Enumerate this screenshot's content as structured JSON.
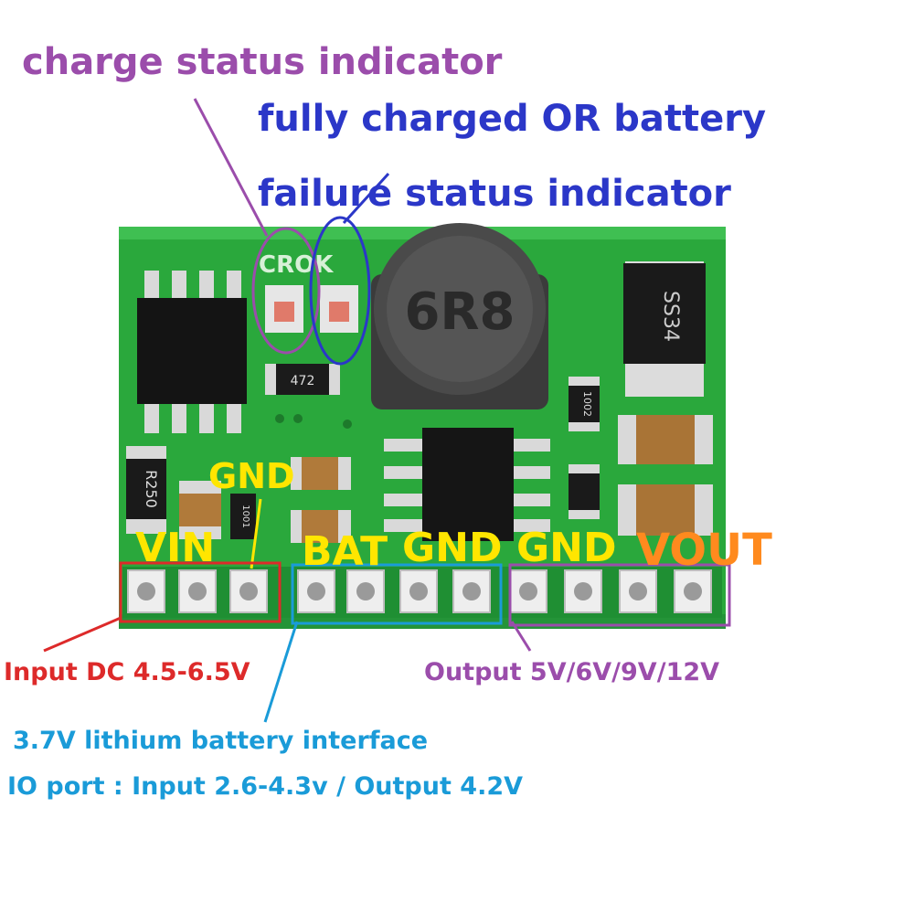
{
  "labels": {
    "charge_status": "charge status indicator",
    "fully_charged_line1": "fully charged OR battery",
    "fully_charged_line2": "failure status indicator",
    "gnd_top": "GND",
    "vin": "VIN",
    "bat": "BAT",
    "gnd_1": "GND",
    "gnd_2": "GND",
    "vout": "VOUT",
    "input_dc": "Input DC 4.5-6.5V",
    "output_v": "Output 5V/6V/9V/12V",
    "battery_interface": "3.7V lithium battery interface",
    "io_port": "IO port : Input 2.6-4.3v / Output 4.2V"
  },
  "board": {
    "silkscreen_cr": "CR",
    "silkscreen_ok": "OK",
    "inductor_mark": "6R8",
    "diode_mark": "SS34",
    "resistor_r250": "R250",
    "resistor_472": "472",
    "resistor_1002": "1002",
    "resistor_1001": "1001"
  },
  "colors": {
    "pcb_green": "#2aa83c",
    "charge_purple": "#9b4dab",
    "status_blue": "#2b37c8",
    "input_red": "#dd2a2a",
    "battery_cyan": "#1a9bd8",
    "pin_yellow": "#ffe600",
    "vout_orange": "#ff8a1e"
  }
}
